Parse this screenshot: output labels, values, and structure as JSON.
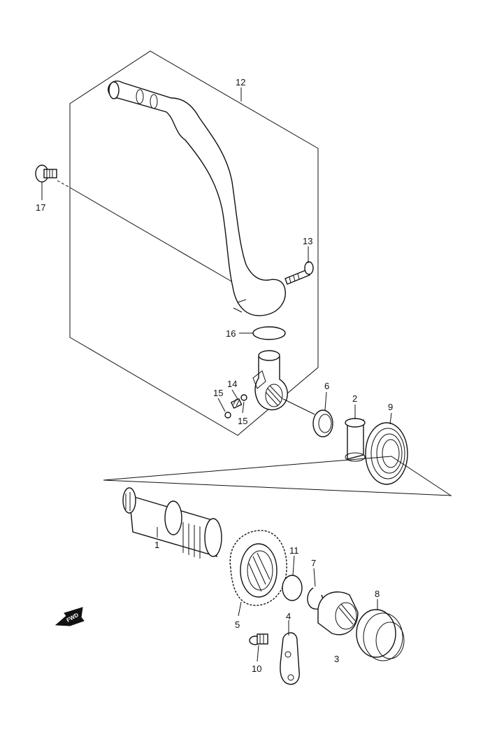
{
  "diagram": {
    "callouts": [
      "12",
      "17",
      "13",
      "16",
      "14",
      "15",
      "15",
      "6",
      "2",
      "9",
      "1",
      "11",
      "7",
      "8",
      "5",
      "4",
      "3",
      "10"
    ],
    "fwd_badge": "FWD"
  }
}
